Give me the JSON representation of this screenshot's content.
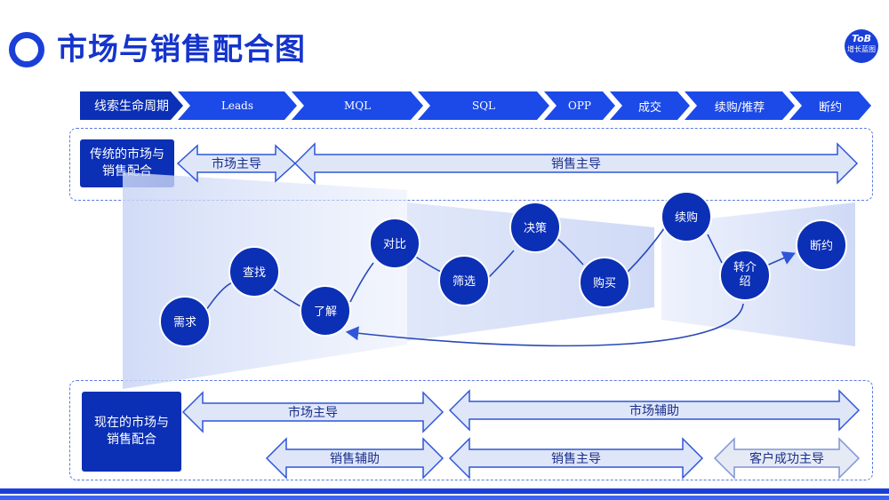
{
  "title": "市场与销售配合图",
  "logo": {
    "line1": "ToB",
    "line2": "增长蓝图"
  },
  "stages": [
    "线索生命周期",
    "Leads",
    "MQL",
    "SQL",
    "OPP",
    "成交",
    "续购/推荐",
    "断约"
  ],
  "traditional": {
    "label_line1": "传统的市场与",
    "label_line2": "销售配合",
    "arrow_market": "市场主导",
    "arrow_sales": "销售主导"
  },
  "journey_nodes": [
    "需求",
    "查找",
    "了解",
    "对比",
    "筛选",
    "决策",
    "购买",
    "续购",
    "转介绍",
    "断约"
  ],
  "current": {
    "label_line1": "现在的市场与",
    "label_line2": "销售配合",
    "market_lead": "市场主导",
    "market_assist": "市场辅助",
    "sales_assist": "销售辅助",
    "sales_lead": "销售主导",
    "customer_success": "客户成功主导"
  },
  "colors": {
    "primary": "#1a3fd9",
    "dark": "#0b2fb5",
    "arrow_fill": "#dfe6f8",
    "arrow_stroke": "#2f56d8"
  }
}
